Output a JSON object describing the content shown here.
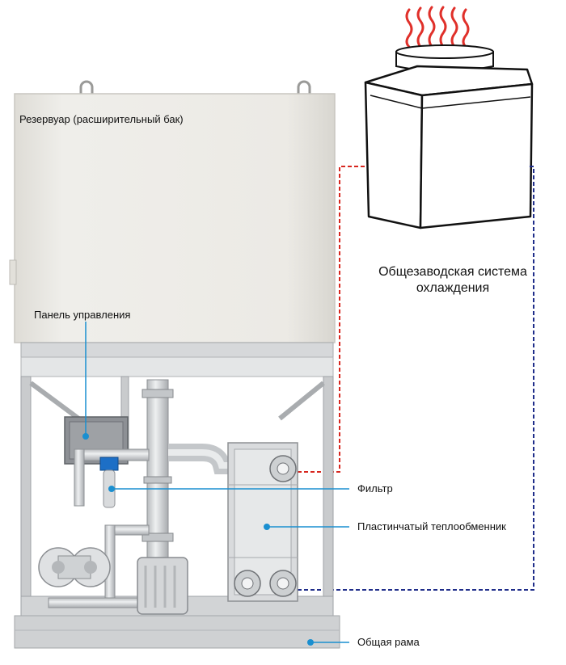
{
  "labels": {
    "reservoir": "Резервуар (расширительный бак)",
    "control_panel": "Панель управления",
    "plant_cooling_line1": "Общезаводская система",
    "plant_cooling_line2": "охлаждения",
    "filter": "Фильтр",
    "heat_exchanger": "Пластинчатый теплообменник",
    "common_frame": "Общая рама"
  },
  "colors": {
    "callout_line": "#1a8fd0",
    "hot_line": "#d7261e",
    "cold_line": "#1f2d8a",
    "heat_waves": "#e0302a",
    "tank": "#eae9e4",
    "frame": "#c9cbcd",
    "pipe": "#d6d8da",
    "outline": "#111111"
  }
}
